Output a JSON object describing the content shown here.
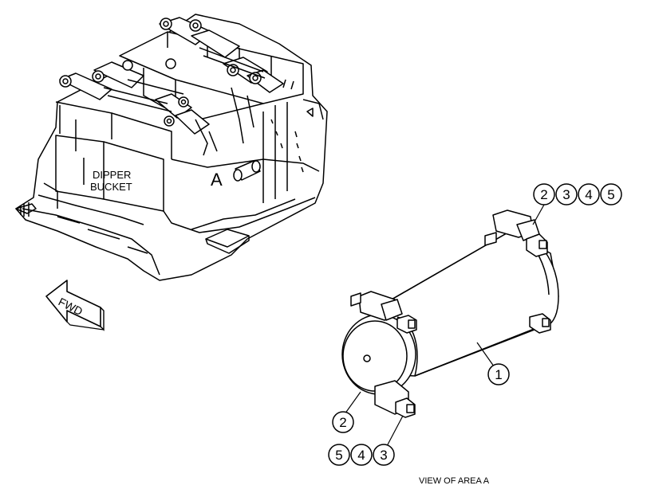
{
  "labels": {
    "dipper_line1": "DIPPER",
    "dipper_line2": "BUCKET",
    "area_marker": "A",
    "fwd_arrow": "FWD",
    "view_caption": "VIEW OF AREA A"
  },
  "callouts": {
    "top_group": [
      "2",
      "3",
      "4",
      "5"
    ],
    "cylinder": "1",
    "lower_left": "2",
    "bottom_group": [
      "5",
      "4",
      "3"
    ]
  },
  "colors": {
    "line": "#000000",
    "background": "#ffffff"
  }
}
